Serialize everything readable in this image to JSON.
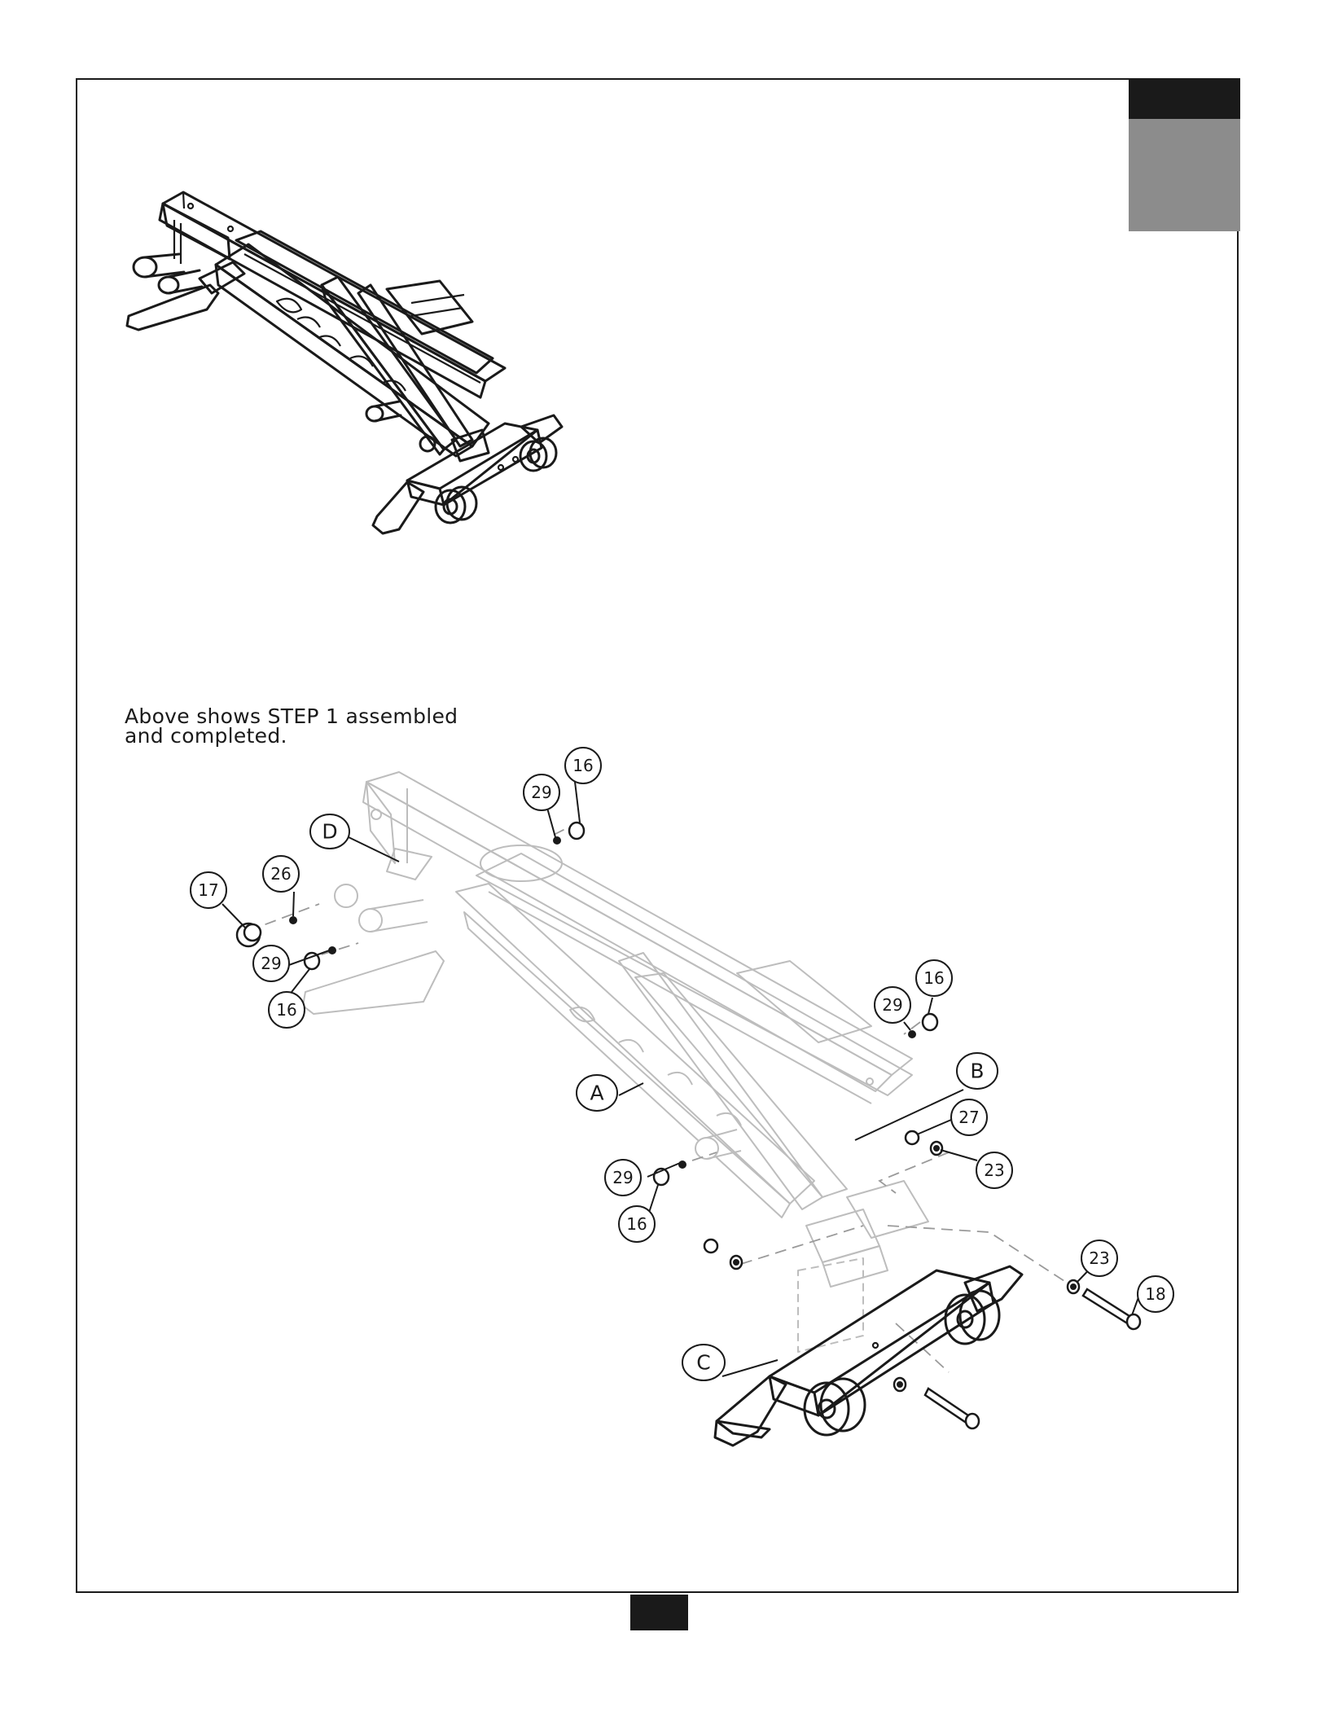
{
  "note": {
    "line1": "Above shows STEP 1 assembled",
    "line2": "and completed."
  },
  "part_labels": {
    "A": "A",
    "B": "B",
    "C": "C",
    "D": "D"
  },
  "callouts": {
    "c16_top": "16",
    "c29_top": "29",
    "c17": "17",
    "c26": "26",
    "c29_left": "29",
    "c16_left": "16",
    "c16_right": "16",
    "c29_right": "29",
    "c27": "27",
    "c23_mid": "23",
    "c29_bottom": "29",
    "c16_bottom": "16",
    "c23_right": "23",
    "c18": "18"
  },
  "colors": {
    "line": "#1a1a1a",
    "ghost": "#bdbdbd",
    "tab_gray": "#8c8c8c"
  }
}
